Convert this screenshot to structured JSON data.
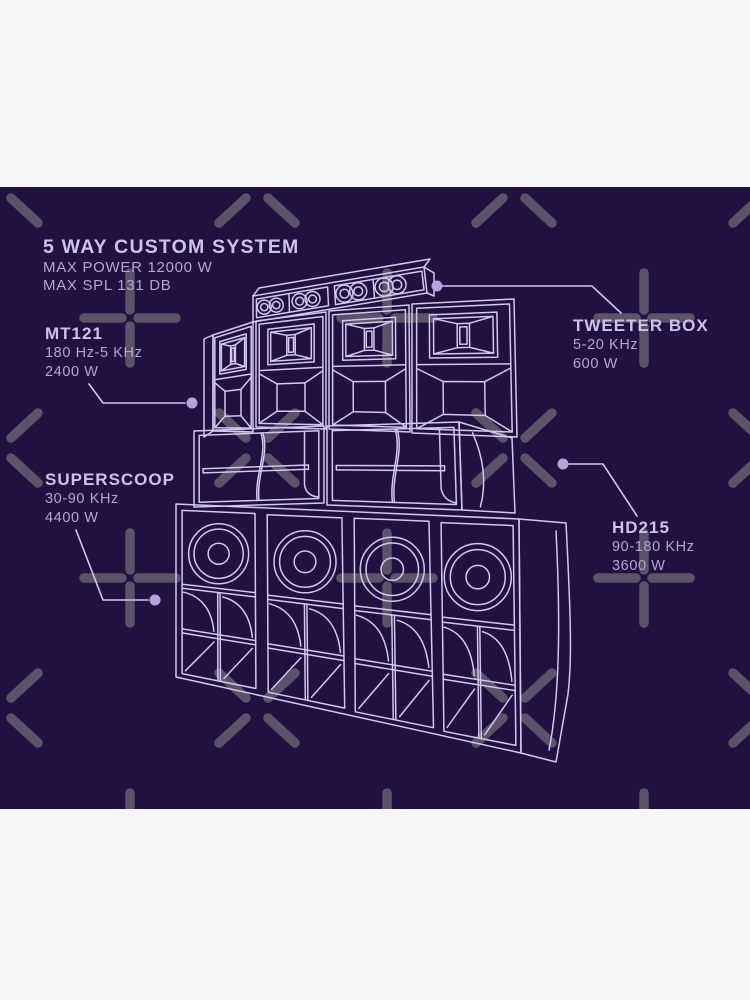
{
  "artwork": {
    "title": {
      "line1": "5 WAY CUSTOM SYSTEM",
      "line2": "MAX POWER 12000 W",
      "line3": "MAX SPL 131 DB"
    },
    "components": [
      {
        "name": "MT121",
        "freq_range": "180 Hz-5 KHz",
        "power": "2400 W"
      },
      {
        "name": "TWEETER BOX",
        "freq_range": "5-20 KHz",
        "power": "600 W"
      },
      {
        "name": "SUPERSCOOP",
        "freq_range": "30-90 KHz",
        "power": "4400 W"
      },
      {
        "name": "HD215",
        "freq_range": "90-180 KHz",
        "power": "3600 W"
      }
    ],
    "colors": {
      "background": "#211140",
      "band": "#f6f5f7",
      "line": "#d2c8ef",
      "heading_text": "#cdc2ea",
      "detail_text": "#b2a5d8",
      "watermark": "#5b5367",
      "leader_dot": "#b4a5e0"
    }
  }
}
